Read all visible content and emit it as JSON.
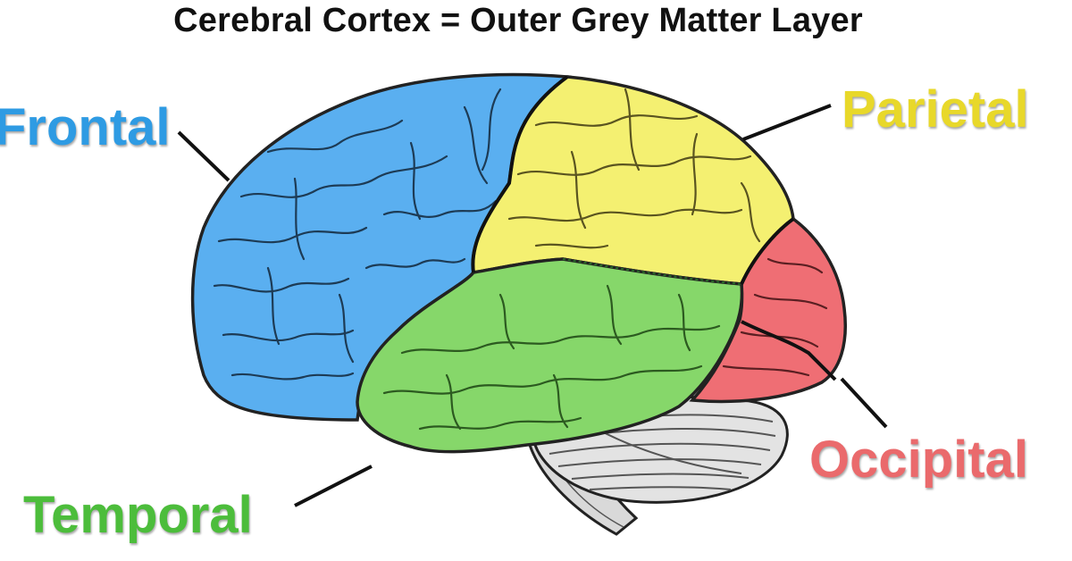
{
  "title": "Cerebral Cortex = Outer Grey Matter Layer",
  "labels": {
    "frontal": "Frontal",
    "parietal": "Parietal",
    "occipital": "Occipital",
    "temporal": "Temporal"
  },
  "colors": {
    "frontal": "#5aaff0",
    "parietal": "#f4f071",
    "occipital": "#ef6e74",
    "temporal": "#86d76a",
    "cerebellum": "#e3e3e3",
    "brainstem": "#d9d9d9",
    "frontal_label": "#2e9be3",
    "parietal_label": "#e8d82a",
    "occipital_label": "#ea6a6c",
    "temporal_label": "#4cbd3b"
  }
}
